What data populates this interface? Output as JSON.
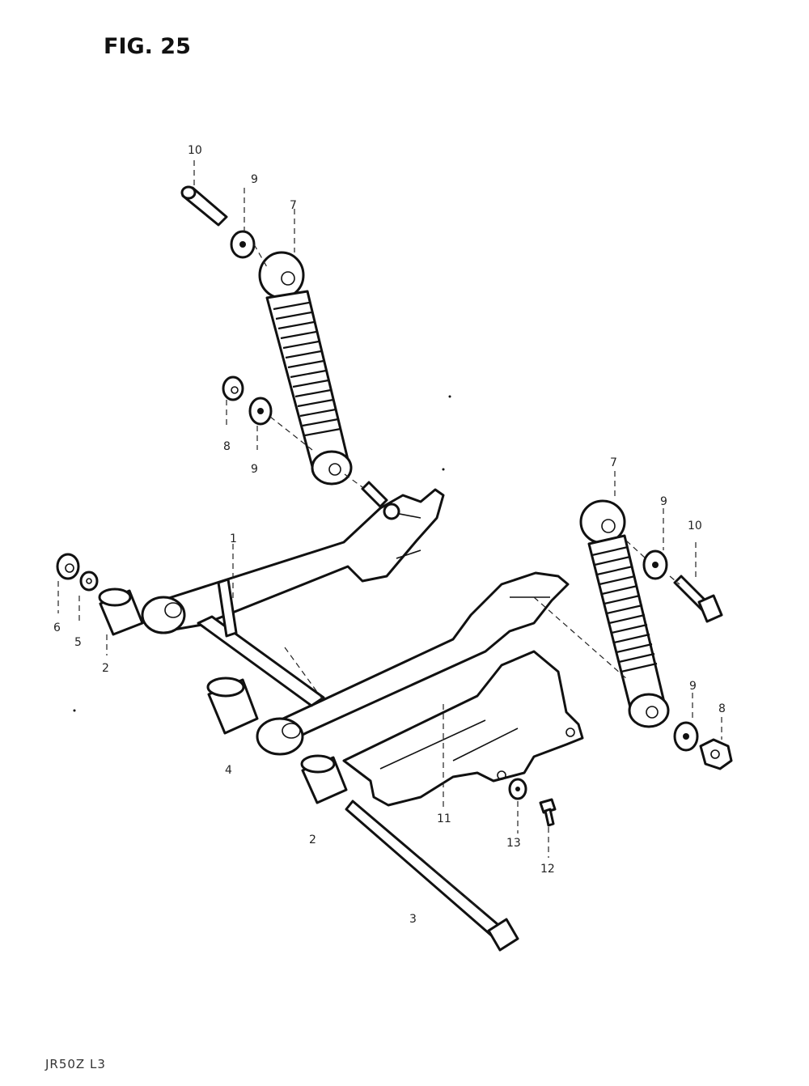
{
  "figure": {
    "title": "FIG. 25",
    "footer_code": "JR50Z L3"
  },
  "callouts": {
    "c1": "1",
    "c2a": "2",
    "c2b": "2",
    "c3": "3",
    "c4": "4",
    "c5": "5",
    "c6": "6",
    "c7a": "7",
    "c7b": "7",
    "c8a": "8",
    "c8b": "8",
    "c9a": "9",
    "c9b": "9",
    "c9c": "9",
    "c9d": "9",
    "c10a": "10",
    "c10b": "10",
    "c11": "11",
    "c12": "12",
    "c13": "13"
  },
  "colors": {
    "line": "#111111",
    "background": "#ffffff"
  }
}
